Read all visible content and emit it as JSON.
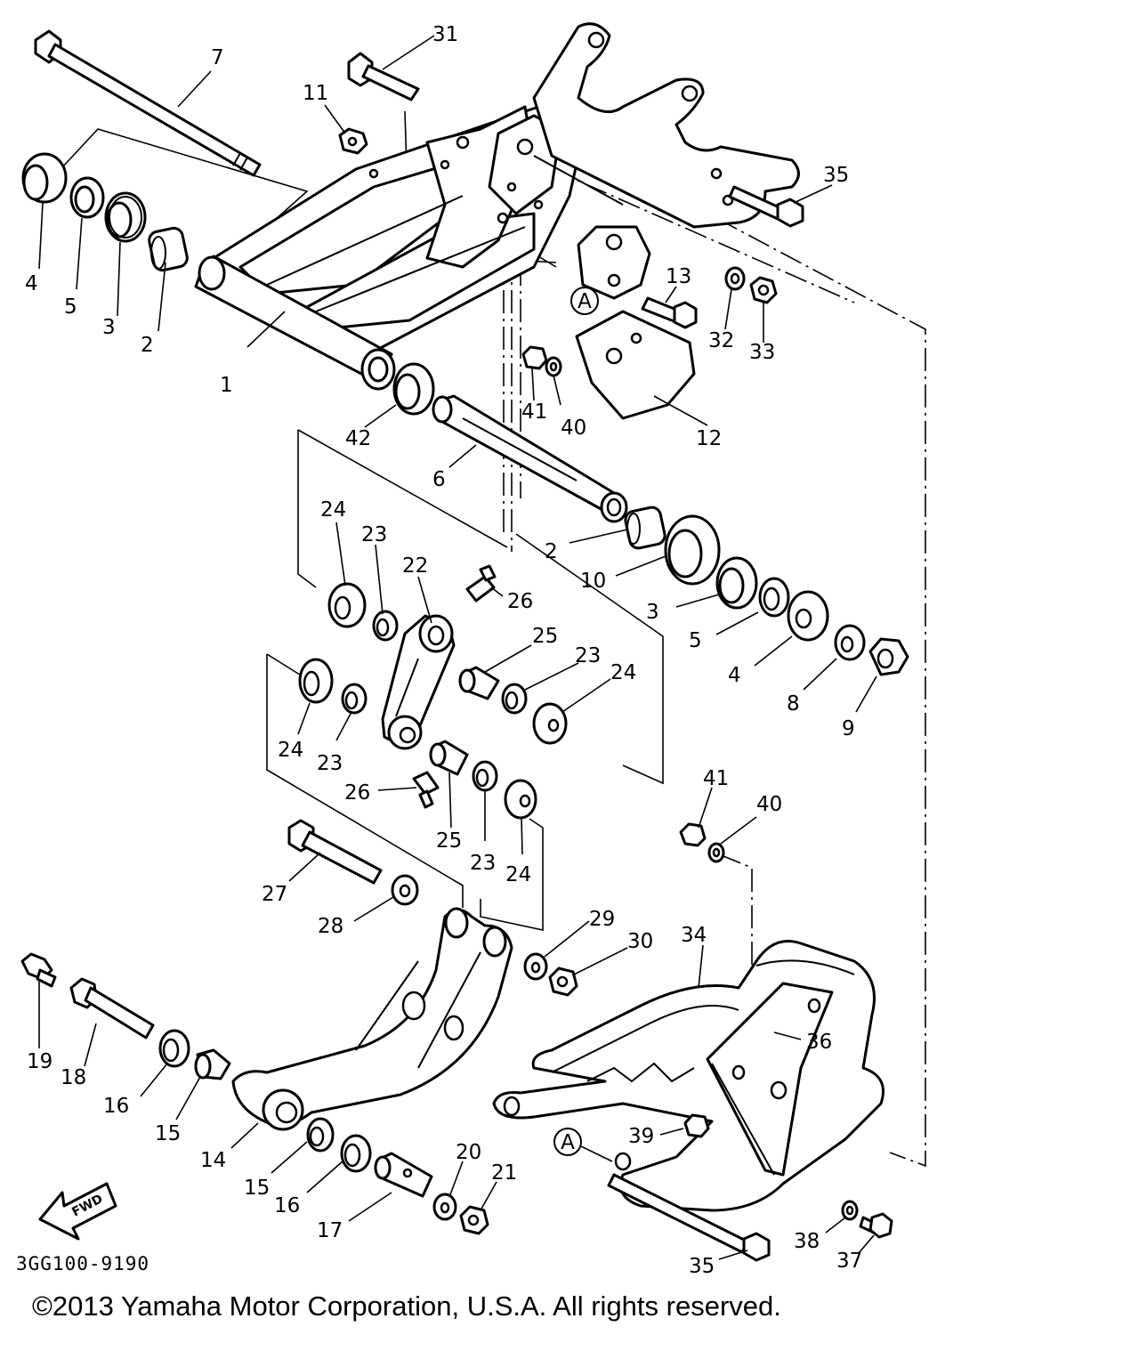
{
  "diagram_code": "3GG100-9190",
  "copyright": "©2013 Yamaha Motor Corporation, U.S.A. All rights reserved.",
  "fwd_label": "FWD",
  "ref_a": "A",
  "callouts": [
    {
      "text": "1"
    },
    {
      "text": "2"
    },
    {
      "text": "2"
    },
    {
      "text": "3"
    },
    {
      "text": "3"
    },
    {
      "text": "4"
    },
    {
      "text": "4"
    },
    {
      "text": "5"
    },
    {
      "text": "5"
    },
    {
      "text": "6"
    },
    {
      "text": "7"
    },
    {
      "text": "8"
    },
    {
      "text": "9"
    },
    {
      "text": "10"
    },
    {
      "text": "11"
    },
    {
      "text": "12"
    },
    {
      "text": "13"
    },
    {
      "text": "14"
    },
    {
      "text": "15"
    },
    {
      "text": "15"
    },
    {
      "text": "16"
    },
    {
      "text": "16"
    },
    {
      "text": "17"
    },
    {
      "text": "18"
    },
    {
      "text": "19"
    },
    {
      "text": "20"
    },
    {
      "text": "21"
    },
    {
      "text": "22"
    },
    {
      "text": "23"
    },
    {
      "text": "23"
    },
    {
      "text": "23"
    },
    {
      "text": "23"
    },
    {
      "text": "24"
    },
    {
      "text": "24"
    },
    {
      "text": "24"
    },
    {
      "text": "24"
    },
    {
      "text": "25"
    },
    {
      "text": "25"
    },
    {
      "text": "26"
    },
    {
      "text": "26"
    },
    {
      "text": "27"
    },
    {
      "text": "28"
    },
    {
      "text": "29"
    },
    {
      "text": "30"
    },
    {
      "text": "31"
    },
    {
      "text": "32"
    },
    {
      "text": "33"
    },
    {
      "text": "34"
    },
    {
      "text": "35"
    },
    {
      "text": "35"
    },
    {
      "text": "36"
    },
    {
      "text": "37"
    },
    {
      "text": "38"
    },
    {
      "text": "39"
    },
    {
      "text": "40"
    },
    {
      "text": "40"
    },
    {
      "text": "41"
    },
    {
      "text": "41"
    },
    {
      "text": "42"
    }
  ]
}
